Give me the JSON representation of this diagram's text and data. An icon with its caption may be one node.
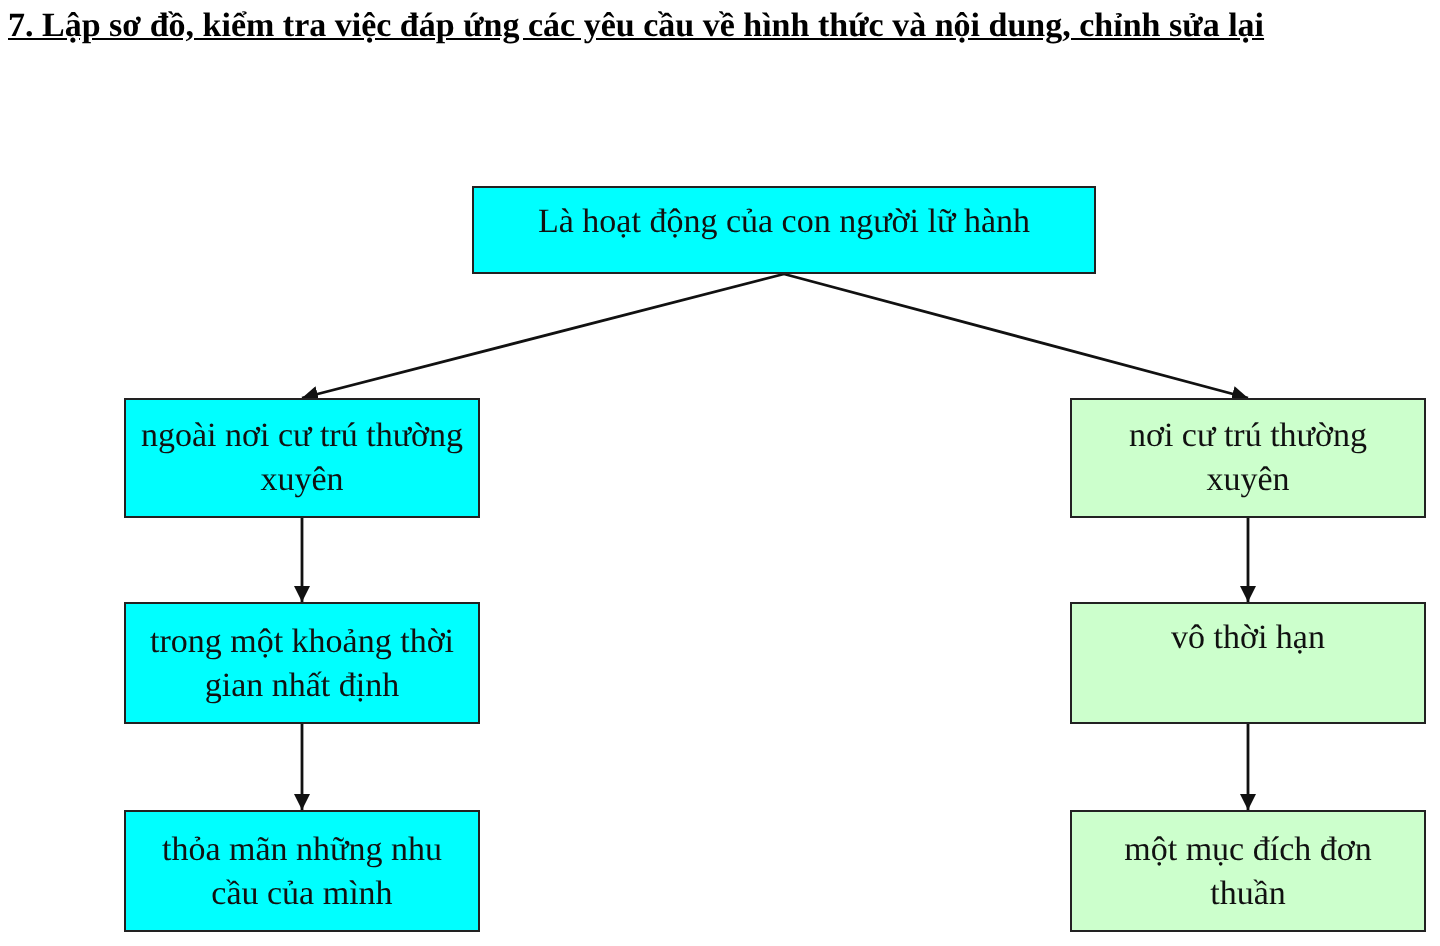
{
  "diagram": {
    "title": "7. Lập sơ đồ, kiểm tra việc đáp ứng các yêu cầu về hình thức và nội dung, chỉnh sửa lại",
    "nodes": [
      {
        "text": [
          "Là hoạt động của con người lữ hành"
        ]
      },
      {
        "text": [
          "ngoài nơi cư trú thường xuyên"
        ]
      },
      {
        "text": [
          "trong một khoảng thời gian nhất định"
        ]
      },
      {
        "text": [
          "thỏa mãn những nhu cầu của mình"
        ]
      },
      {
        "text": [
          "nơi cư trú thường xuyên"
        ]
      },
      {
        "text": [
          "vô thời hạn"
        ]
      },
      {
        "text": [
          "một mục đích đơn thuần"
        ]
      }
    ],
    "edges": [
      {
        "from": 0,
        "to": 1,
        "arrow": "to"
      },
      {
        "from": 0,
        "to": 4,
        "arrow": "to"
      },
      {
        "from": 1,
        "to": 2,
        "arrow": "to"
      },
      {
        "from": 2,
        "to": 3,
        "arrow": "to"
      },
      {
        "from": 4,
        "to": 5,
        "arrow": "to"
      },
      {
        "from": 5,
        "to": 6,
        "arrow": "to"
      }
    ]
  }
}
